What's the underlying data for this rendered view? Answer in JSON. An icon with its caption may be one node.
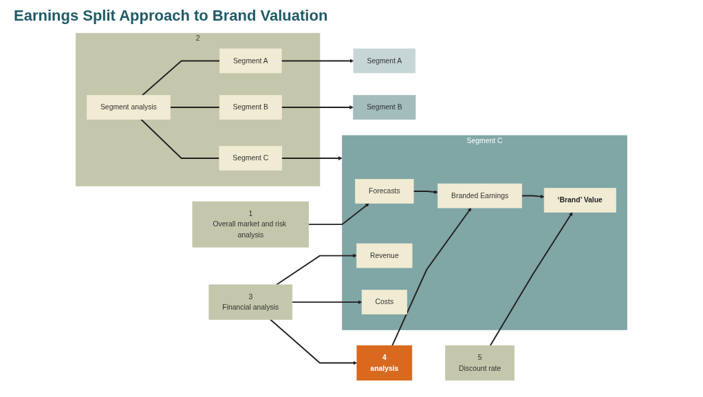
{
  "diagram": {
    "title": "Earnings Split Approach to Brand Valuation",
    "nodes": [
      {
        "text": [
          "1",
          "Overall market and risk analysis"
        ]
      },
      {
        "text": [
          "2"
        ]
      },
      {
        "text": [
          "Segment analysis"
        ],
        "in": 1
      },
      {
        "text": [
          "Segment A"
        ],
        "in": 1
      },
      {
        "text": [
          "Segment B"
        ],
        "in": 1
      },
      {
        "text": [
          "Segment C"
        ],
        "in": 1
      },
      {
        "text": [
          "Segment A"
        ]
      },
      {
        "text": [
          "Segment B"
        ]
      },
      {
        "text": [
          "Segment C"
        ]
      },
      {
        "text": [
          "Forecasts"
        ],
        "in": 8
      },
      {
        "text": [
          "Revenue"
        ],
        "in": 8
      },
      {
        "text": [
          "Costs"
        ],
        "in": 8
      },
      {
        "text": [
          "Branded Earnings"
        ],
        "in": 8
      },
      {
        "text": [
          "‘Brand’ Value"
        ],
        "in": 8
      },
      {
        "text": [
          "3",
          "Financial analysis"
        ]
      },
      {
        "text": [
          "4",
          "analysis"
        ]
      },
      {
        "text": [
          "5",
          "Discount rate"
        ]
      }
    ],
    "edges": [
      {
        "from": 0,
        "to": 9,
        "arrow": "to"
      },
      {
        "from": 2,
        "to": 3,
        "arrow": "none"
      },
      {
        "from": 2,
        "to": 4,
        "arrow": "none"
      },
      {
        "from": 2,
        "to": 5,
        "arrow": "none"
      },
      {
        "from": 3,
        "to": 6,
        "arrow": "to"
      },
      {
        "from": 4,
        "to": 7,
        "arrow": "to"
      },
      {
        "from": 5,
        "to": 8,
        "arrow": "to"
      },
      {
        "from": 14,
        "to": 10,
        "arrow": "to"
      },
      {
        "from": 14,
        "to": 11,
        "arrow": "to"
      },
      {
        "from": 14,
        "to": 15,
        "arrow": "to"
      },
      {
        "from": 9,
        "to": 12,
        "arrow": "to"
      },
      {
        "from": 12,
        "to": 13,
        "arrow": "to"
      },
      {
        "from": 15,
        "to": 12,
        "arrow": "to"
      },
      {
        "from": 16,
        "to": 13,
        "arrow": "to"
      }
    ]
  }
}
